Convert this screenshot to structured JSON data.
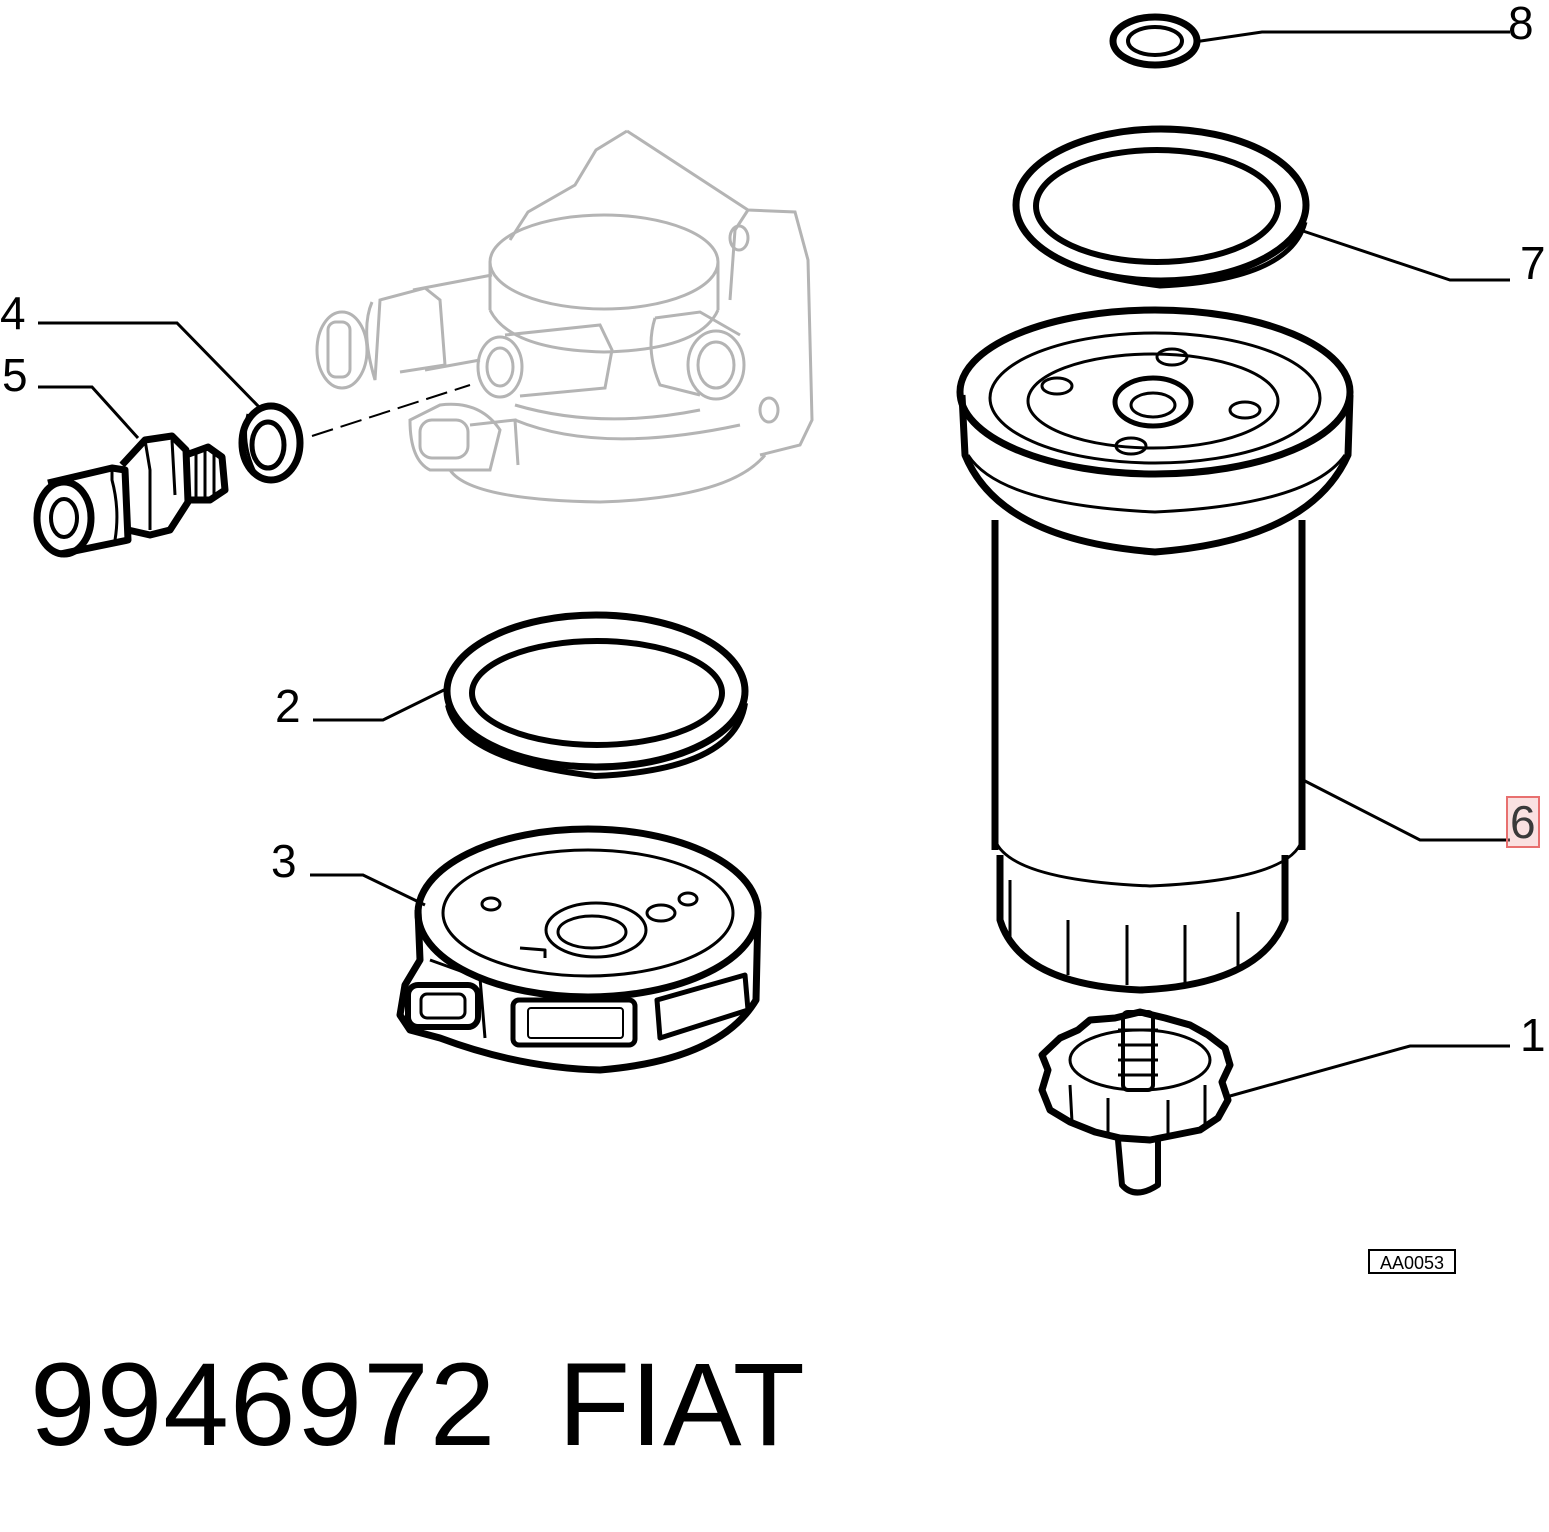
{
  "callouts": {
    "c1": "1",
    "c2": "2",
    "c3": "3",
    "c4": "4",
    "c5": "5",
    "c6": "6",
    "c7": "7",
    "c8": "8"
  },
  "reference_code": "AA0053",
  "part_number": "9946972",
  "brand": "FIAT",
  "colors": {
    "line": "#000000",
    "faint_line": "#b4b4b4",
    "highlight_border": "#e8706f"
  }
}
